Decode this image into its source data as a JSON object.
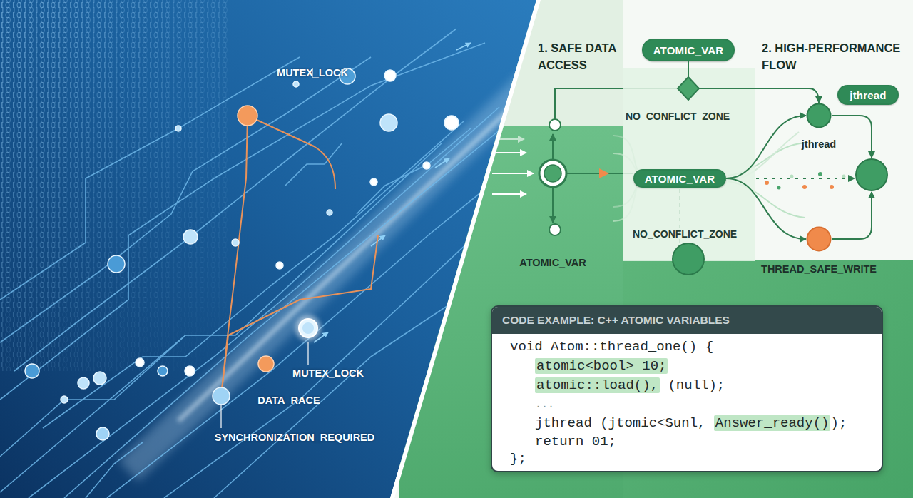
{
  "diagram": {
    "nodes": [
      {
        "text": [
          "ATOMIC_VAR"
        ]
      },
      {
        "text": [
          "NO_CONFLICT_ZONE",
          "NO_CONFLICT_ZONE"
        ]
      },
      {
        "text": [
          "ATOMIC_VAR"
        ],
        "in": 1
      },
      {
        "text": [
          "jthread"
        ]
      },
      {
        "text": [
          "jthread"
        ]
      },
      {
        "text": [
          "THREAD_SAFE_WRITE"
        ]
      },
      {
        "text": [
          "CODE EXAMPLE: C++ ATOMIC VARIABLES",
          "void Atom::thread_one() {",
          "atomic<bool> 10;",
          "atomic::load(),",
          "(null);",
          "...",
          "jthread (jtomic<Sunl,",
          "Answer_ready()",
          ");",
          "return 01;",
          "};"
        ]
      }
    ],
    "edges": [
      {
        "from": 0,
        "to": 4,
        "arrow": "to"
      },
      {
        "from": 2,
        "to": 4,
        "arrow": "to"
      },
      {
        "from": 2,
        "to": 5,
        "arrow": "to"
      }
    ],
    "labels": [
      "MUTEX_LOCK",
      "1. SAFE DATA ACCESS",
      "2. HIGH-PERFORMANCE FLOW",
      "ATOMIC_VAR",
      "MUTEX_LOCK",
      "DATA_RACE",
      "SYNCHRONIZATION_REQUIRED"
    ]
  }
}
